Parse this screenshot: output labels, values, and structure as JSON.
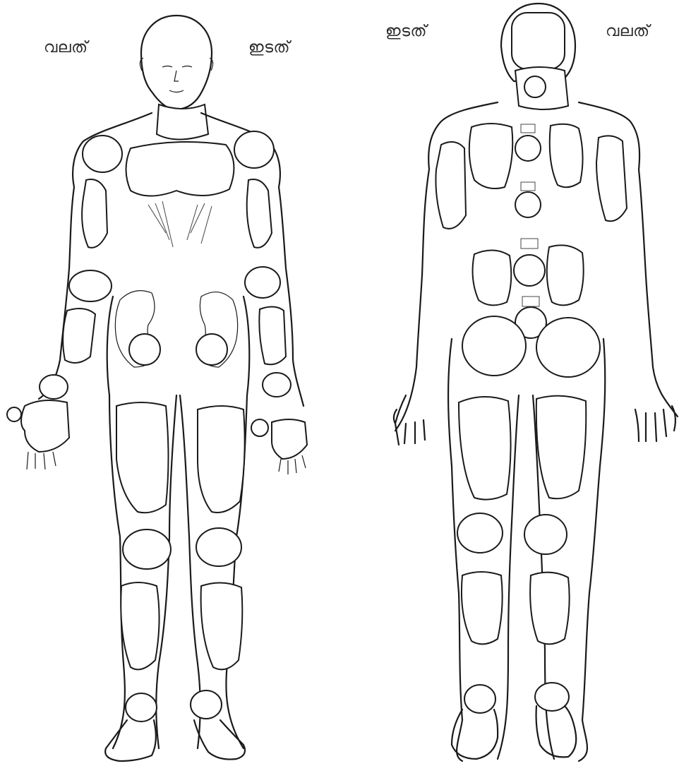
{
  "labels": {
    "front_right": "വലത്",
    "front_left": "ഇടത്",
    "back_left": "ഇടത്",
    "back_right": "വലത്"
  },
  "colors": {
    "line": "#1a1a1a",
    "background": "#ffffff"
  }
}
